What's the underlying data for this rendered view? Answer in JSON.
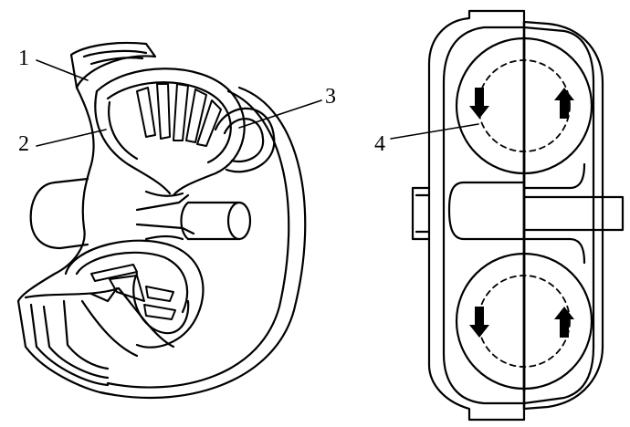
{
  "callouts": [
    {
      "id": "1",
      "text": "1"
    },
    {
      "id": "2",
      "text": "2"
    },
    {
      "id": "3",
      "text": "3"
    },
    {
      "id": "4",
      "text": "4"
    }
  ],
  "colors": {
    "ink": "#000000",
    "paper": "#ffffff"
  },
  "views": {
    "left": {
      "kind": "cutaway perspective of fluid coupling"
    },
    "right": {
      "kind": "cross-section with circulating flow arrows"
    }
  },
  "flow_arrows": [
    {
      "loop": "upper",
      "direction": "down"
    },
    {
      "loop": "upper",
      "direction": "up"
    },
    {
      "loop": "lower",
      "direction": "down"
    },
    {
      "loop": "lower",
      "direction": "up"
    }
  ]
}
